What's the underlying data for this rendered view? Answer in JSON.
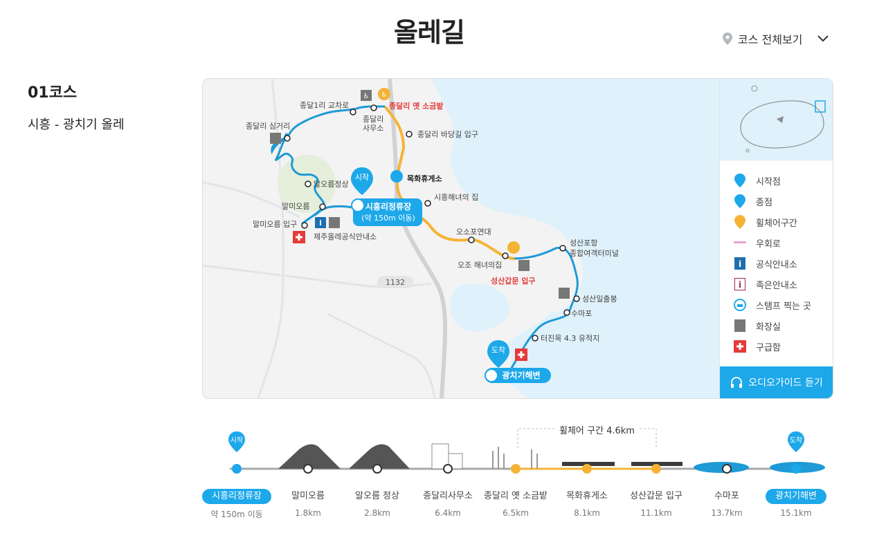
{
  "header": {
    "title": "올레길",
    "course_select_label": "코스 전체보기"
  },
  "course": {
    "number": "01코스",
    "name": "시흥 - 광치기 올레"
  },
  "map": {
    "road_number": "1132",
    "labels": {
      "jongdal1_crossroad": "종달1리 교차로",
      "jongdal_office_1": "종달리",
      "jongdal_office_2": "사무소",
      "jongdal_salt_field": "종달리 옛 소금밭",
      "jongdal_sim": "종달리 심거리",
      "jongdal_badang": "종달리 바당길 입구",
      "mokhwa_rest": "목화휴게소",
      "aloreum_top": "알오름정상",
      "maloreum": "말미오름",
      "maloreum_entrance": "말미오름 입구",
      "siheung_haenyeo": "시흥해녀의 집",
      "olle_info": "제주올레공식안내소",
      "osopo": "오소포연대",
      "ojo_haenyeo": "오조 해녀의집",
      "seongsan_gapmun": "성산갑문 입구",
      "seongsan_port_1": "성산포항",
      "seongsan_port_2": "종합여객터미널",
      "seongsan_sunrise": "성산일출봉",
      "sumapo": "수마포",
      "tojinmok": "터진목 4.3 유적지",
      "start_station_1": "시흥리정류장",
      "start_station_2": "(약 150m 이동)",
      "end_beach": "광치기해변",
      "start_marker": "시작",
      "end_marker": "도착"
    }
  },
  "legend": {
    "items": [
      {
        "icon": "start-point-icon",
        "label": "시작점"
      },
      {
        "icon": "end-point-icon",
        "label": "종점"
      },
      {
        "icon": "wheelchair-icon",
        "label": "휠체어구간"
      },
      {
        "icon": "detour-line-icon",
        "label": "우회로"
      },
      {
        "icon": "official-info-icon",
        "label": "공식안내소"
      },
      {
        "icon": "good-info-icon",
        "label": "족은안내소"
      },
      {
        "icon": "stamp-icon",
        "label": "스탬프 찍는 곳"
      },
      {
        "icon": "toilet-icon",
        "label": "화장실"
      },
      {
        "icon": "first-aid-icon",
        "label": "구급함"
      }
    ],
    "audio_button": "오디오가이드 듣기"
  },
  "profile": {
    "wheelchair_section": "휠체어 구간 4.6km",
    "start_marker": "시작",
    "end_marker": "도착",
    "stops": [
      {
        "name": "시흥리정류장",
        "dist": "약 150m 이동"
      },
      {
        "name": "말미오름",
        "dist": "1.8km"
      },
      {
        "name": "알오름 정상",
        "dist": "2.8km"
      },
      {
        "name": "종달리사무소",
        "dist": "6.4km"
      },
      {
        "name": "종달리 옛 소금밭",
        "dist": "6.5km"
      },
      {
        "name": "목화휴게소",
        "dist": "8.1km"
      },
      {
        "name": "성산갑문 입구",
        "dist": "11.1km"
      },
      {
        "name": "수마포",
        "dist": "13.7km"
      },
      {
        "name": "광치기해변",
        "dist": "15.1km"
      }
    ]
  },
  "colors": {
    "route_blue": "#1e9ad6",
    "wheelchair_orange": "#f5b335",
    "sea": "#dff1fb",
    "accent": "#1da8ea",
    "red_label": "#e43b3b"
  }
}
